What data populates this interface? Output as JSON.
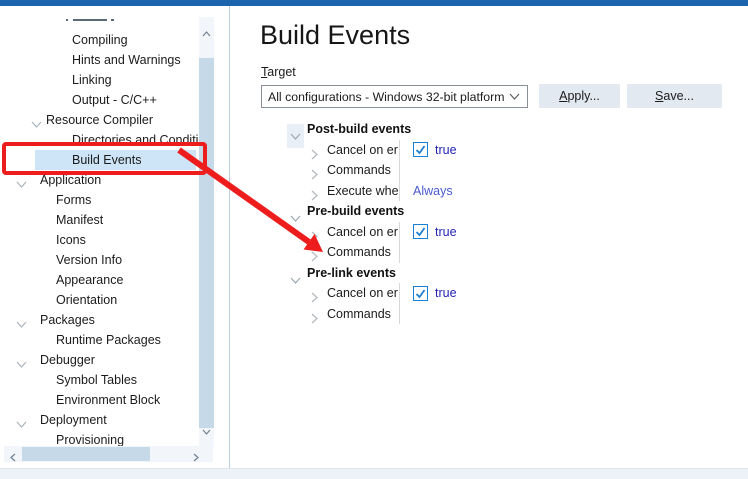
{
  "window": {
    "accent_color": "#1c64ad"
  },
  "sidebar": {
    "items": [
      {
        "label": "",
        "level": 3,
        "clipped": true
      },
      {
        "label": "Compiling",
        "level": 3
      },
      {
        "label": "Hints and Warnings",
        "level": 3
      },
      {
        "label": "Linking",
        "level": 3
      },
      {
        "label": "Output - C/C++",
        "level": 3
      },
      {
        "label": "Resource Compiler",
        "level": 2,
        "expandable": true
      },
      {
        "label": "Directories and Conditio",
        "level": 3
      },
      {
        "label": "Build Events",
        "level": 3,
        "selected": true
      },
      {
        "label": "Application",
        "level": 1,
        "expandable": true
      },
      {
        "label": "Forms",
        "level": 2
      },
      {
        "label": "Manifest",
        "level": 2
      },
      {
        "label": "Icons",
        "level": 2
      },
      {
        "label": "Version Info",
        "level": 2
      },
      {
        "label": "Appearance",
        "level": 2
      },
      {
        "label": "Orientation",
        "level": 2
      },
      {
        "label": "Packages",
        "level": 1,
        "expandable": true
      },
      {
        "label": "Runtime Packages",
        "level": 2
      },
      {
        "label": "Debugger",
        "level": 1,
        "expandable": true
      },
      {
        "label": "Symbol Tables",
        "level": 2
      },
      {
        "label": "Environment Block",
        "level": 2
      },
      {
        "label": "Deployment",
        "level": 1,
        "expandable": true
      },
      {
        "label": "Provisioning",
        "level": 2
      }
    ]
  },
  "main": {
    "title": "Build Events",
    "target": {
      "accel": "T",
      "rest": "arget",
      "value": "All configurations - Windows 32-bit platform"
    },
    "buttons": {
      "apply_accel": "A",
      "apply_rest": "pply...",
      "save_accel": "S",
      "save_rest": "ave..."
    },
    "grid": {
      "rows": [
        {
          "kind": "section",
          "label": "Post-build events",
          "chevron_highlight": true
        },
        {
          "kind": "prop",
          "label": "Cancel on err",
          "value": {
            "checked": true,
            "text": "true"
          }
        },
        {
          "kind": "prop",
          "label": "Commands"
        },
        {
          "kind": "prop",
          "label": "Execute wher",
          "value": {
            "text": "Always"
          }
        },
        {
          "kind": "section",
          "label": "Pre-build events"
        },
        {
          "kind": "prop",
          "label": "Cancel on err",
          "value": {
            "checked": true,
            "text": "true"
          }
        },
        {
          "kind": "prop",
          "label": "Commands"
        },
        {
          "kind": "section",
          "label": "Pre-link events"
        },
        {
          "kind": "prop",
          "label": "Cancel on err",
          "value": {
            "checked": true,
            "text": "true"
          }
        },
        {
          "kind": "prop",
          "label": "Commands"
        }
      ],
      "value_colors": {
        "bool": "#2424b4",
        "enum": "#4a5bd0"
      }
    }
  },
  "annotation": {
    "color": "#ee1d1d"
  }
}
